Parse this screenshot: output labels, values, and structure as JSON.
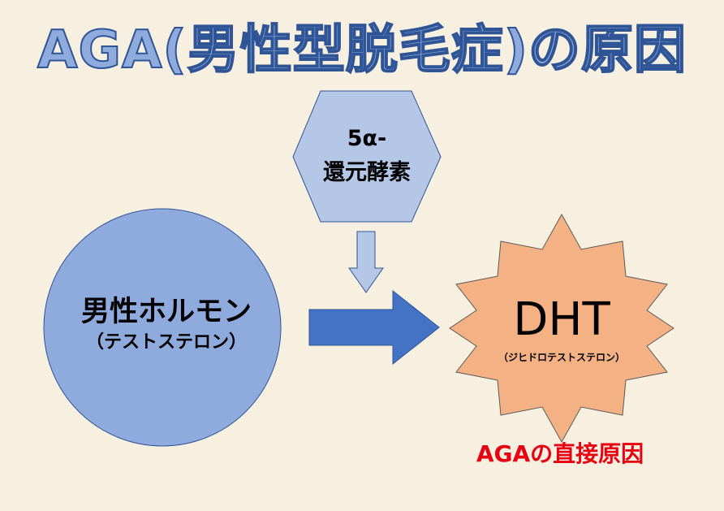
{
  "title": "AGA(男性型脱毛症)の原因",
  "enzyme": {
    "line1": "5α-",
    "line2": "還元酵素",
    "shape": "hexagon",
    "fill": "#b4c7e7",
    "stroke": "#2f5597"
  },
  "hormone": {
    "label": "男性ホルモン",
    "sublabel": "（テストステロン）",
    "shape": "circle",
    "fill": "#8faadc",
    "stroke": "#2f5597"
  },
  "dht": {
    "label": "DHT",
    "sublabel": "（ジヒドロテストステロン）",
    "shape": "starburst",
    "fill": "#f4b183",
    "stroke": "#595959"
  },
  "cause_label": "AGAの直接原因",
  "colors": {
    "background": "#f7efdf",
    "title_fill": "#8faadc",
    "title_stroke": "#2f5597",
    "main_arrow": "#4472c4",
    "down_arrow": "#b4c7e7",
    "cause_text": "#e60012"
  },
  "flow": [
    {
      "from": "男性ホルモン",
      "to": "DHT",
      "arrow": "main-arrow-right"
    },
    {
      "from": "5α-還元酵素",
      "to": "conversion",
      "arrow": "down-arrow"
    }
  ]
}
